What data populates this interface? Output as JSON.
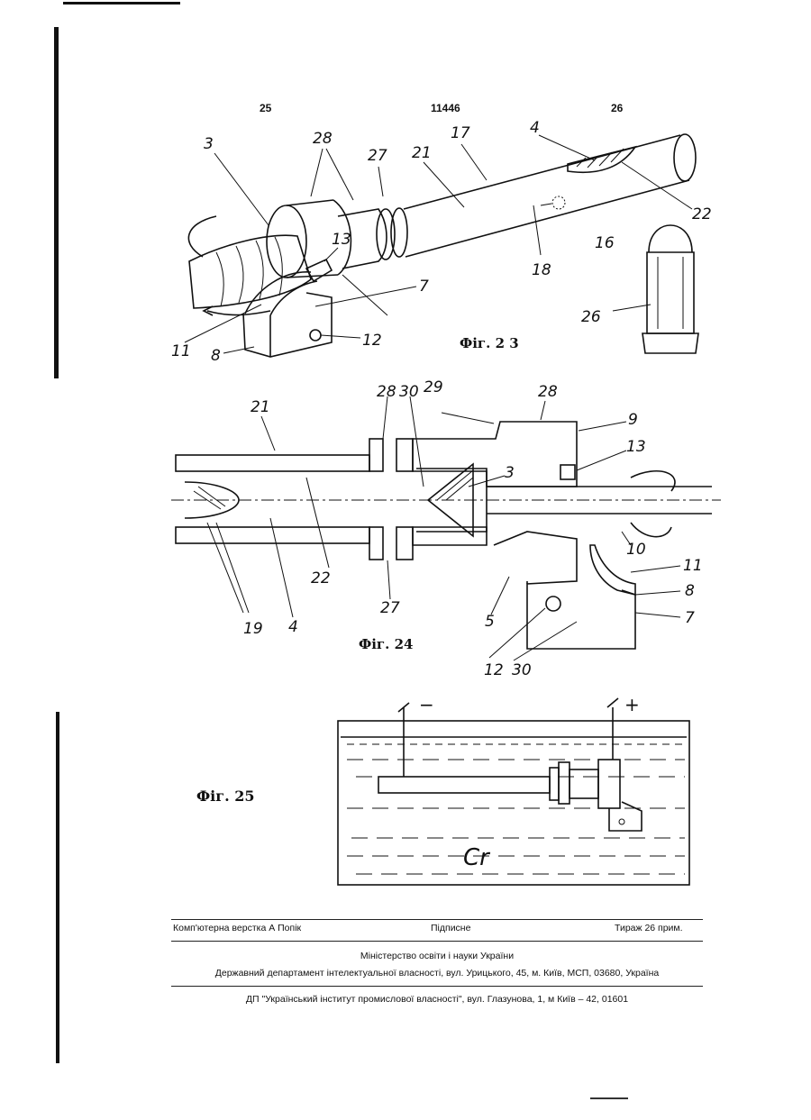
{
  "header": {
    "page_left": "25",
    "patent_number": "11446",
    "page_right": "26"
  },
  "figures": {
    "fig23": {
      "caption": "Фіг. 2 3",
      "labels": [
        "3",
        "28",
        "27",
        "21",
        "17",
        "4",
        "22",
        "16",
        "18",
        "13",
        "7",
        "26",
        "11",
        "8",
        "12"
      ]
    },
    "fig24": {
      "caption": "Фіг. 24",
      "labels": [
        "21",
        "28",
        "30",
        "29",
        "28",
        "9",
        "13",
        "3",
        "22",
        "10",
        "11",
        "8",
        "7",
        "27",
        "5",
        "19",
        "4",
        "12",
        "30"
      ]
    },
    "fig25": {
      "caption": "Фіг. 25",
      "labels": {
        "minus": "−",
        "plus": "+",
        "electrolyte": "Cr"
      }
    }
  },
  "imprint": {
    "layout": "Комп'ютерна верстка А  Попік",
    "subscription": "Підписне",
    "circulation": "Тираж 26 прим.",
    "ministry": "Міністерство освіти і науки України",
    "department": "Державний департамент інтелектуальної власності, вул. Урицького, 45, м. Київ, МСП, 03680, Україна",
    "institute": "ДП \"Український інститут промислової власності\", вул. Глазунова, 1, м  Київ – 42, 01601"
  }
}
